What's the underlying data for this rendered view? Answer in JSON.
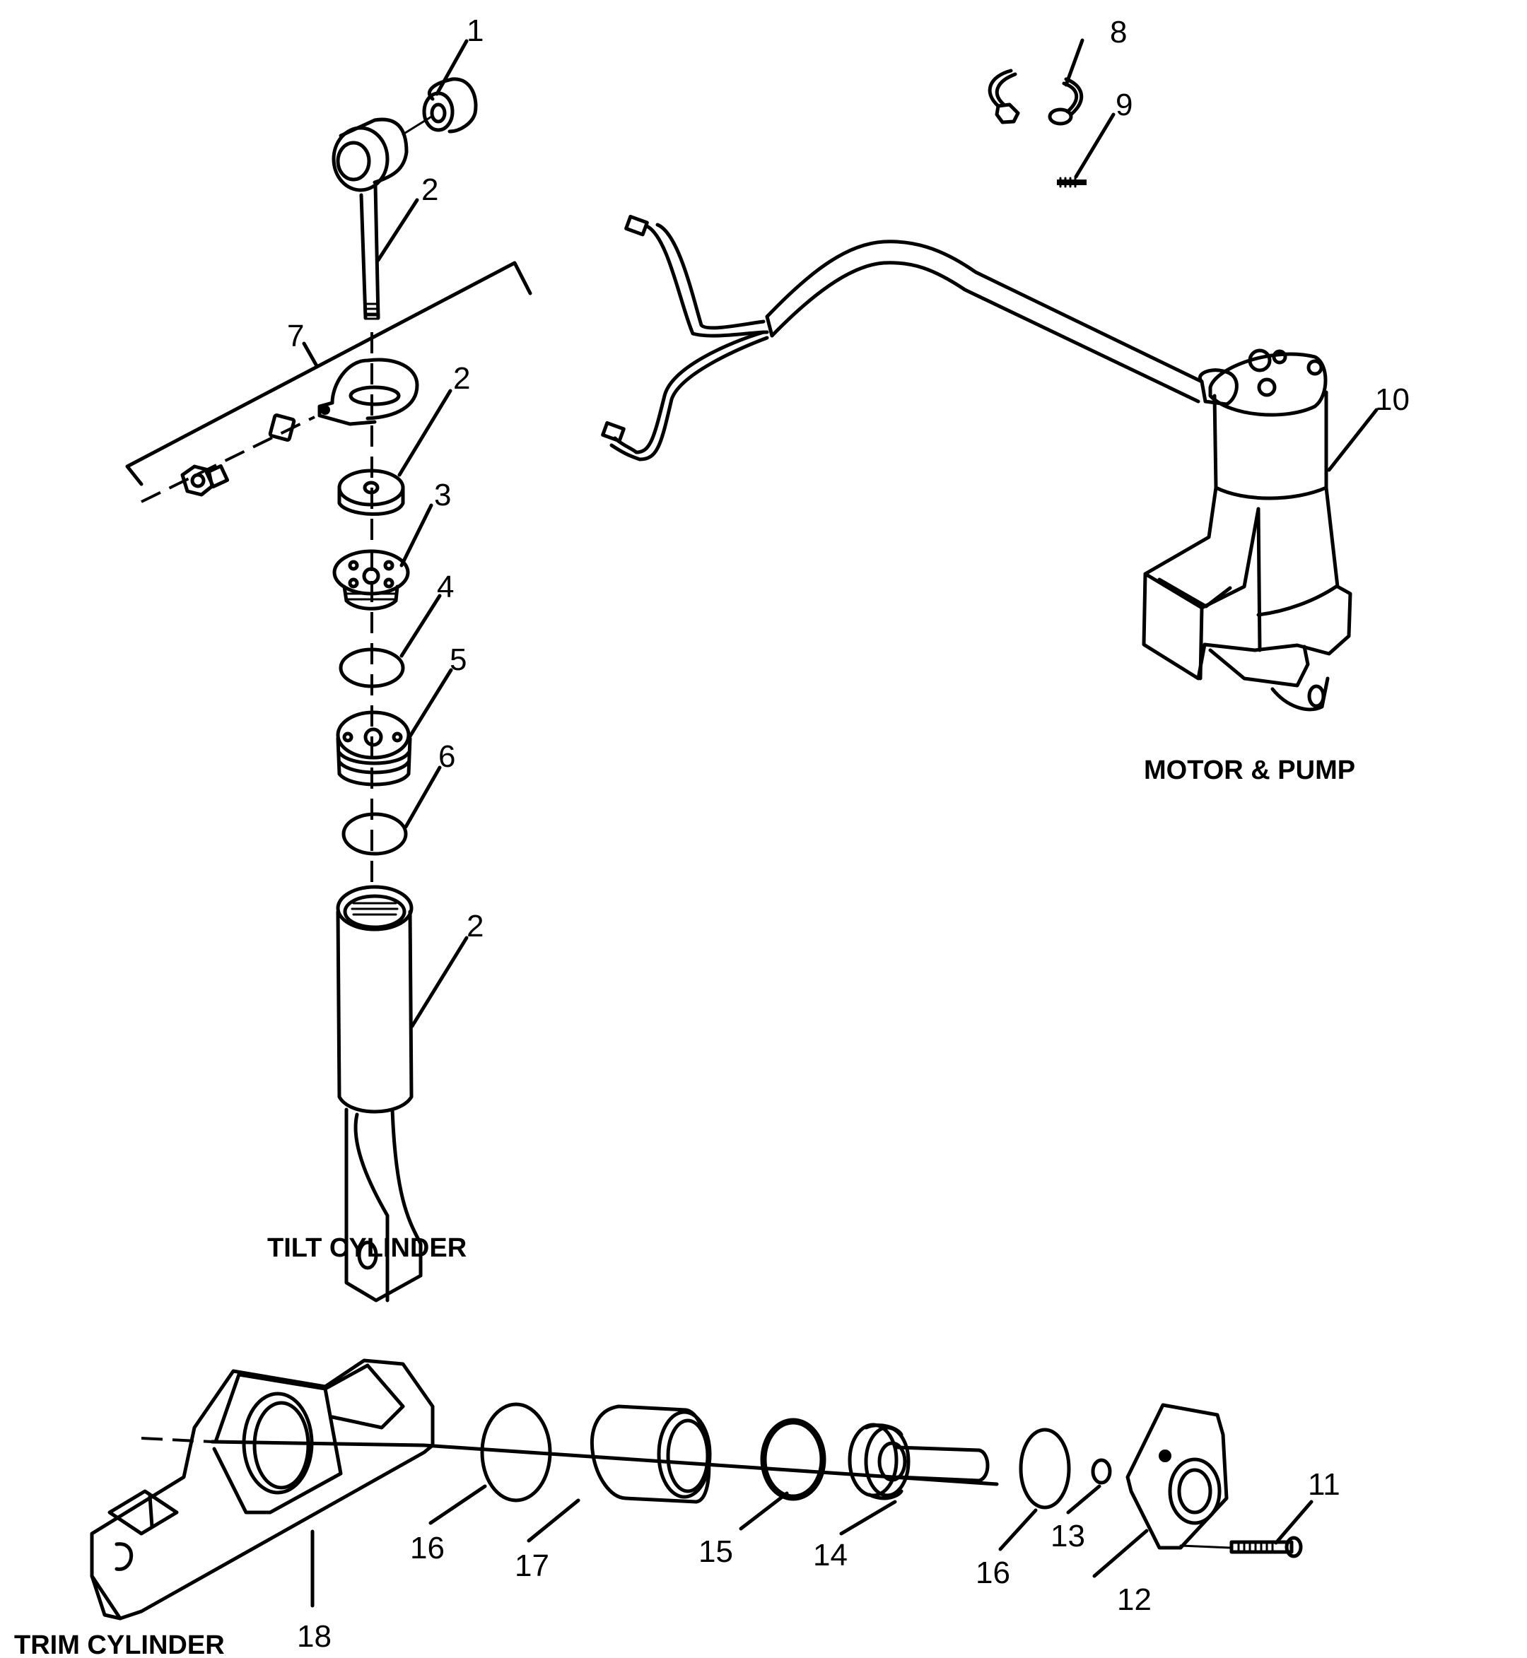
{
  "diagram": {
    "type": "exploded-parts-diagram",
    "line_color": "#000000",
    "background": "#ffffff",
    "assemblies": [
      {
        "id": "tilt",
        "caption": "TILT CYLINDER"
      },
      {
        "id": "motor",
        "caption": "MOTOR & PUMP"
      },
      {
        "id": "trim",
        "caption": "TRIM CYLINDER"
      }
    ],
    "callouts": [
      {
        "id": "c1",
        "label": "1",
        "part": "bushing"
      },
      {
        "id": "c2a",
        "label": "2",
        "part": "tilt cylinder rod"
      },
      {
        "id": "c7",
        "label": "7",
        "part": "clamp assembly"
      },
      {
        "id": "c2b",
        "label": "2",
        "part": "cylinder cap / seal"
      },
      {
        "id": "c3",
        "label": "3",
        "part": "threaded end cap"
      },
      {
        "id": "c4",
        "label": "4",
        "part": "o-ring"
      },
      {
        "id": "c5",
        "label": "5",
        "part": "piston"
      },
      {
        "id": "c6",
        "label": "6",
        "part": "o-ring"
      },
      {
        "id": "c2c",
        "label": "2",
        "part": "tilt cylinder body"
      },
      {
        "id": "c8",
        "label": "8",
        "part": "wire lead"
      },
      {
        "id": "c9",
        "label": "9",
        "part": "spring"
      },
      {
        "id": "c10",
        "label": "10",
        "part": "motor & pump assembly"
      },
      {
        "id": "c11",
        "label": "11",
        "part": "screw"
      },
      {
        "id": "c12",
        "label": "12",
        "part": "end cap"
      },
      {
        "id": "c13",
        "label": "13",
        "part": "ball / check"
      },
      {
        "id": "c16b",
        "label": "16",
        "part": "o-ring"
      },
      {
        "id": "c14",
        "label": "14",
        "part": "trim piston & rod"
      },
      {
        "id": "c15",
        "label": "15",
        "part": "o-ring"
      },
      {
        "id": "c17",
        "label": "17",
        "part": "trim cylinder sleeve"
      },
      {
        "id": "c16a",
        "label": "16",
        "part": "o-ring"
      },
      {
        "id": "c18",
        "label": "18",
        "part": "trim cylinder housing"
      }
    ]
  }
}
